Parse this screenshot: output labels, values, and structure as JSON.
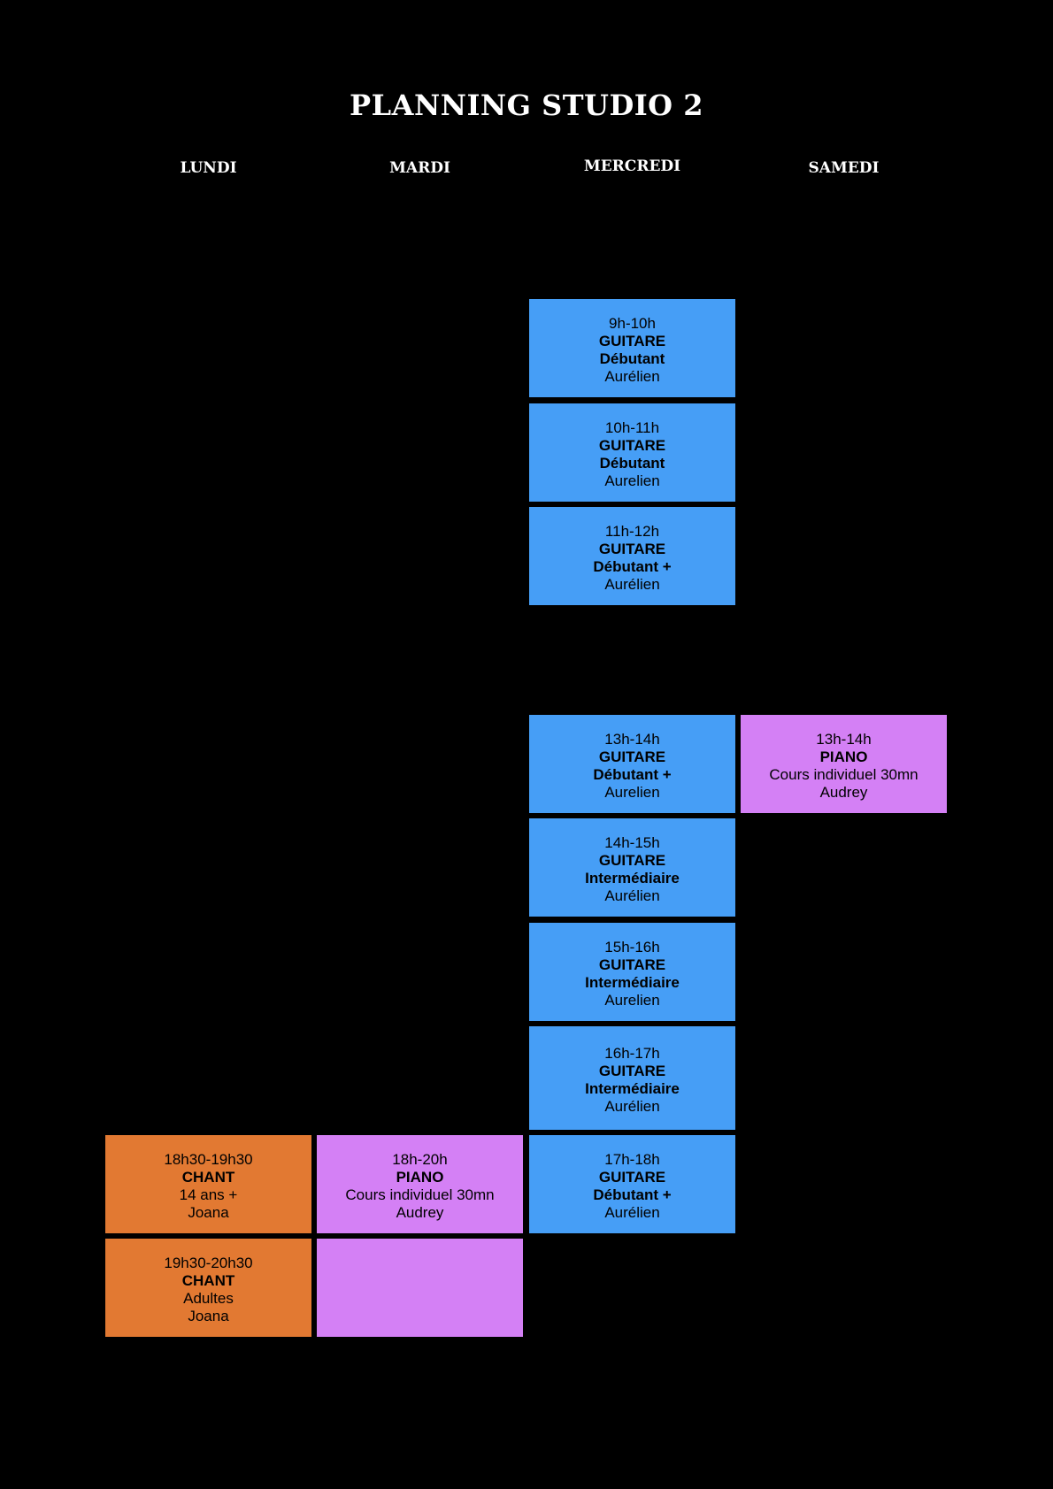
{
  "title": "PLANNING STUDIO 2",
  "days": [
    "LUNDI",
    "MARDI",
    "MERCREDI",
    "SAMEDI"
  ],
  "colors": {
    "background": "#000000",
    "guitare": "#469ef6",
    "piano": "#d480f5",
    "chant": "#e27932"
  },
  "lundi": [
    {
      "time": "18h30-19h30",
      "course": "CHANT",
      "level": "14 ans +",
      "teacher": "Joana"
    },
    {
      "time": "19h30-20h30",
      "course": "CHANT",
      "level": "Adultes",
      "teacher": "Joana"
    }
  ],
  "mardi": [
    {
      "time": "18h-20h",
      "course": "PIANO",
      "level": "Cours individuel 30mn",
      "teacher": "Audrey"
    }
  ],
  "mercredi": [
    {
      "time": "9h-10h",
      "course": "GUITARE",
      "level": "Débutant",
      "teacher": "Aurélien"
    },
    {
      "time": "10h-11h",
      "course": "GUITARE",
      "level": "Débutant",
      "teacher": "Aurelien"
    },
    {
      "time": "11h-12h",
      "course": "GUITARE",
      "level": "Débutant +",
      "teacher": "Aurélien"
    },
    {
      "time": "13h-14h",
      "course": "GUITARE",
      "level": "Débutant +",
      "teacher": "Aurelien"
    },
    {
      "time": "14h-15h",
      "course": "GUITARE",
      "level": "Intermédiaire",
      "teacher": "Aurélien"
    },
    {
      "time": "15h-16h",
      "course": "GUITARE",
      "level": "Intermédiaire",
      "teacher": "Aurelien"
    },
    {
      "time": "16h-17h",
      "course": "GUITARE",
      "level": "Intermédiaire",
      "teacher": "Aurélien"
    },
    {
      "time": "17h-18h",
      "course": "GUITARE",
      "level": "Débutant +",
      "teacher": "Aurélien"
    }
  ],
  "samedi": [
    {
      "time": "13h-14h",
      "course": "PIANO",
      "level": "Cours individuel 30mn",
      "teacher": "Audrey"
    }
  ]
}
